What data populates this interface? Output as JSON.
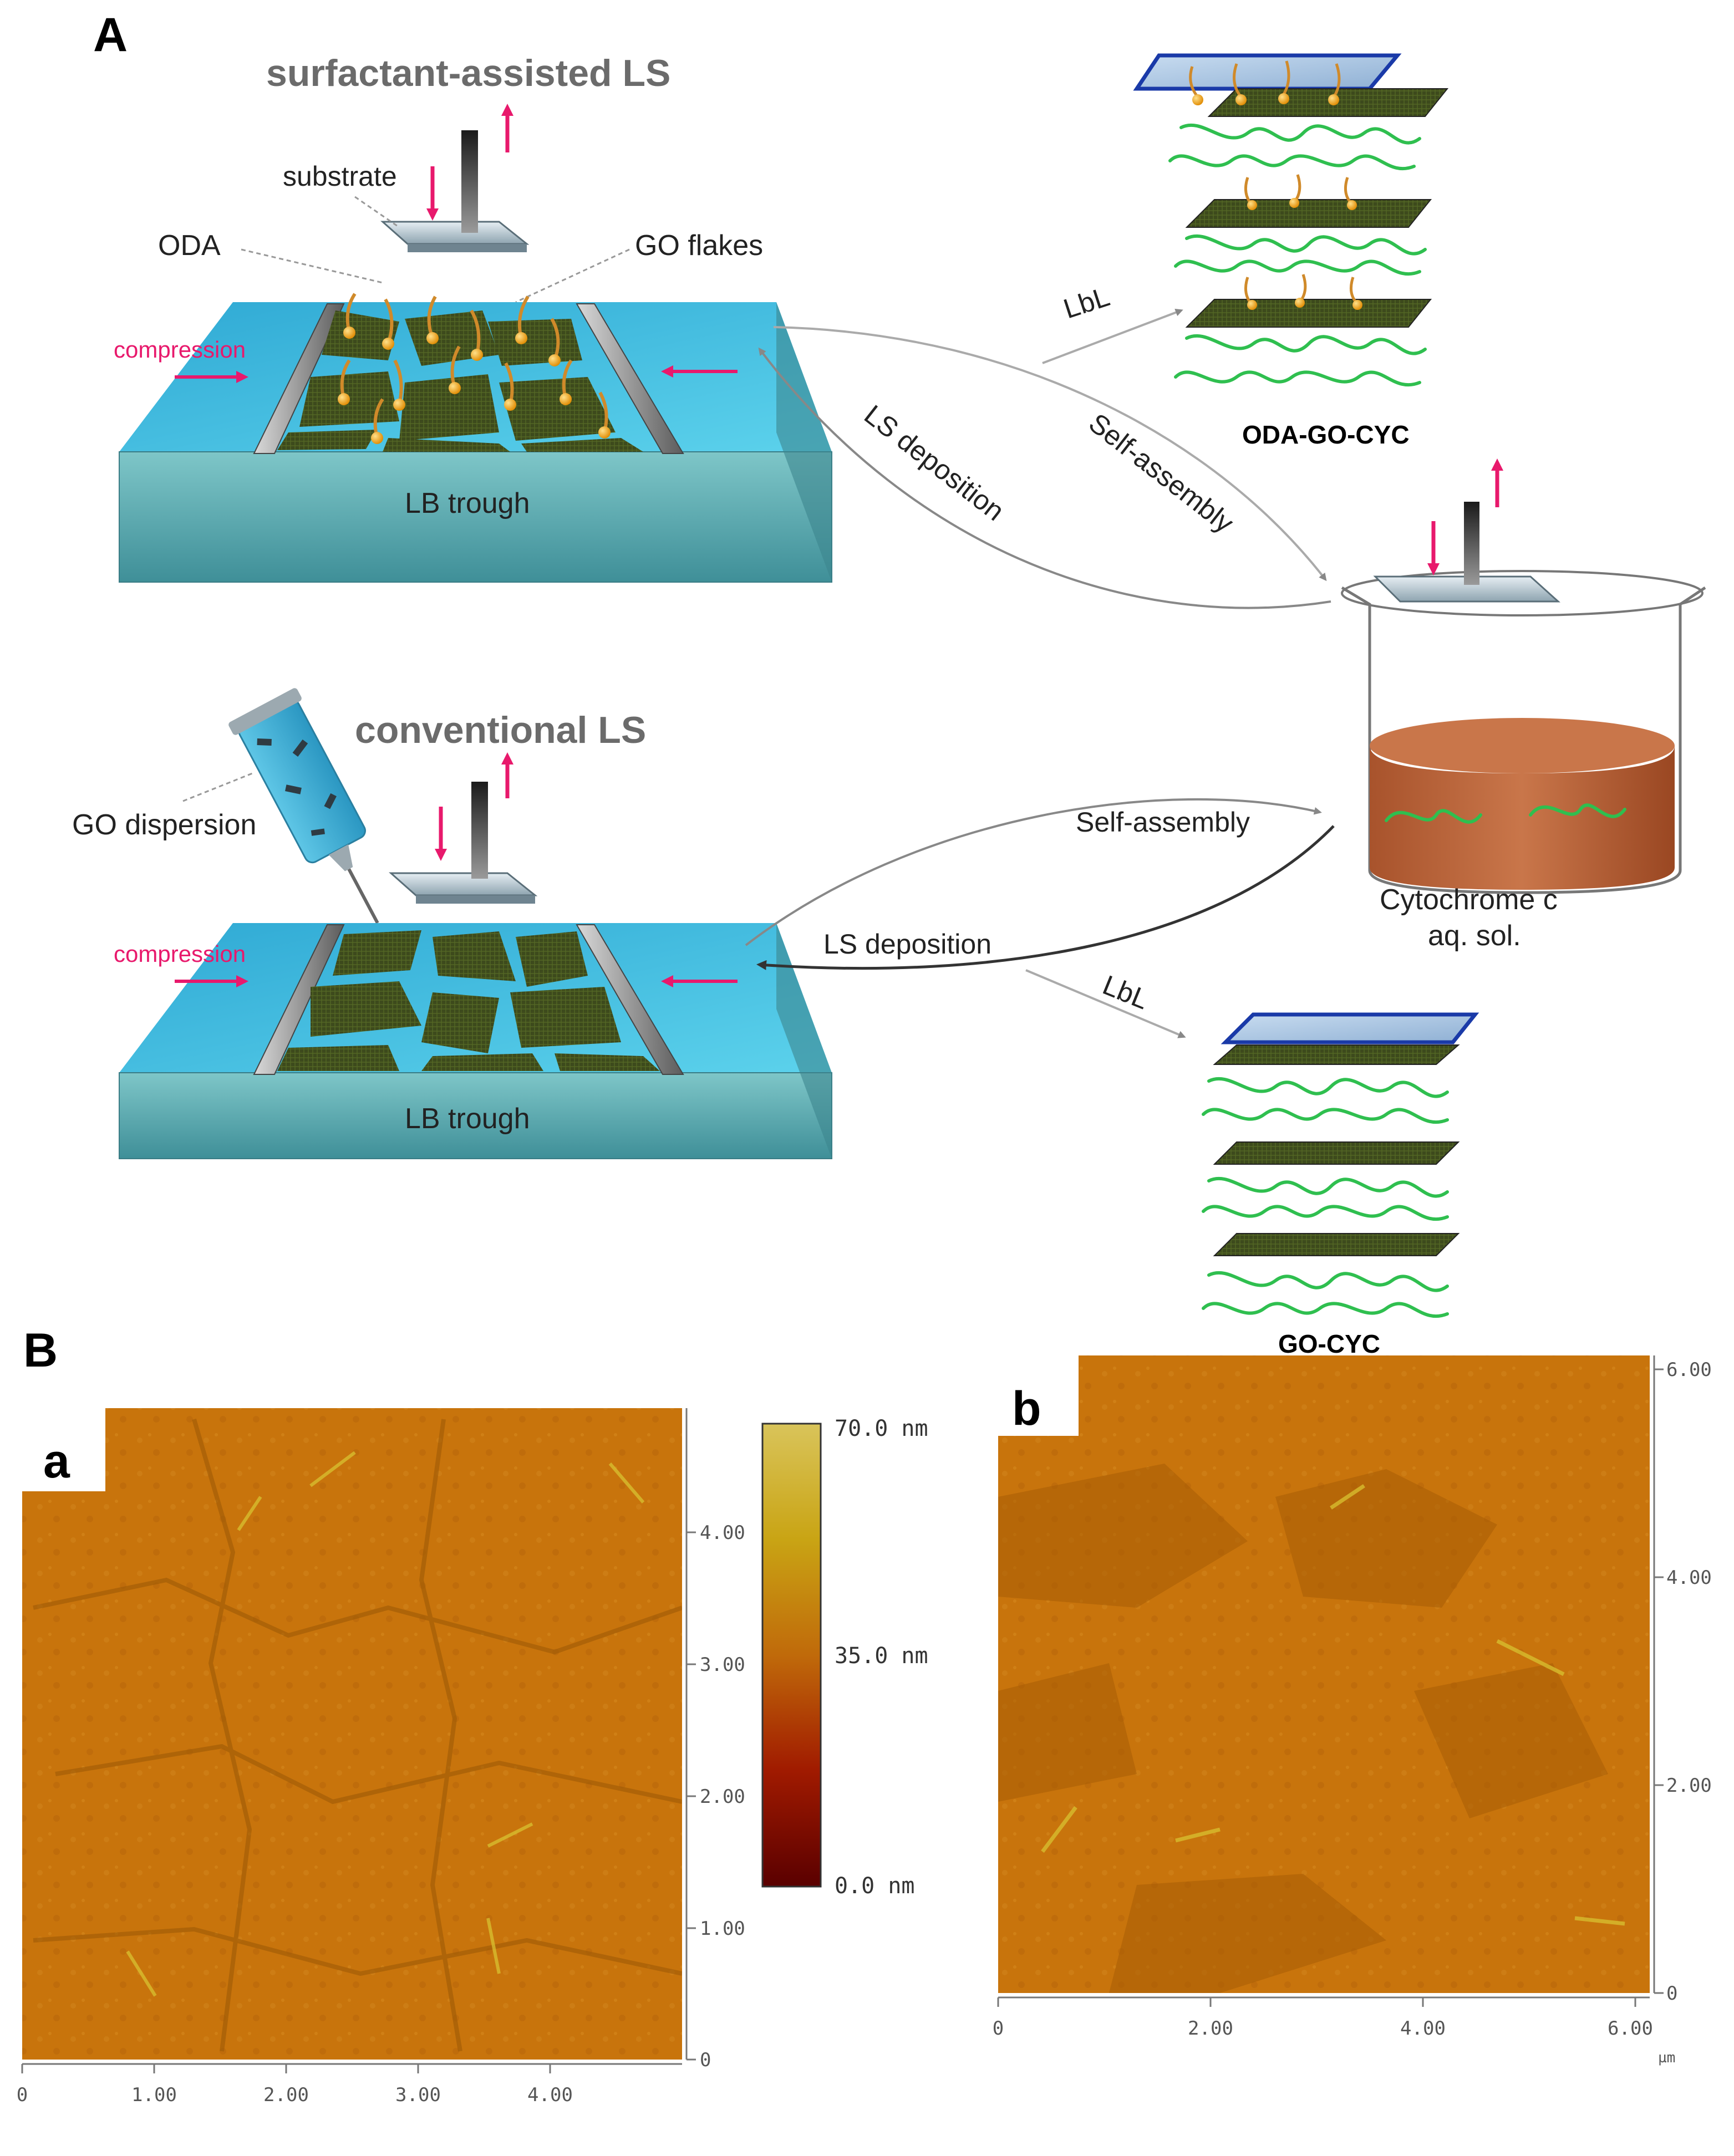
{
  "panel_a": {
    "letter": "A",
    "top_method_title": "surfactant-assisted LS",
    "bottom_method_title": "conventional LS",
    "label_substrate": "substrate",
    "label_oda": "ODA",
    "label_go_flakes": "GO flakes",
    "label_compression_top": "compression",
    "label_compression_bottom": "compression",
    "label_trough_top": "LB trough",
    "label_trough_bottom": "LB trough",
    "label_go_dispersion": "GO dispersion",
    "label_lbl_top": "LbL",
    "label_lbl_bottom": "LbL",
    "label_ls_deposition_top": "LS deposition",
    "label_ls_deposition_bottom": "LS deposition",
    "label_self_assembly_top": "Self-assembly",
    "label_self_assembly_bottom": "Self-assembly",
    "label_beaker_line1": "Cytochrome c",
    "label_beaker_line2": "aq. sol.",
    "label_product_top": "ODA-GO-CYC",
    "label_product_bottom": "GO-CYC"
  },
  "panel_b": {
    "letter": "B",
    "sub_a": "a",
    "sub_b": "b",
    "colorbar_max": "70.0 nm",
    "colorbar_mid": "35.0 nm",
    "colorbar_min": "0.0 nm",
    "map_a_xticks": [
      "0",
      "1.00",
      "2.00",
      "3.00",
      "4.00"
    ],
    "map_a_yticks": [
      "0",
      "1.00",
      "2.00",
      "3.00",
      "4.00"
    ],
    "map_b_xticks": [
      "0",
      "2.00",
      "4.00",
      "6.00"
    ],
    "map_b_yticks": [
      "0",
      "2.00",
      "4.00",
      "6.00"
    ],
    "map_b_unit": "µm"
  },
  "colors": {
    "accent_pink": "#e8196c",
    "water": "#35b8dd",
    "trough_side": "#5fa3a8",
    "flake": "#3d4a1c",
    "protein": "#2fbf4f",
    "afm_base": "#c8740c",
    "text_gray": "#6b6b6b"
  }
}
